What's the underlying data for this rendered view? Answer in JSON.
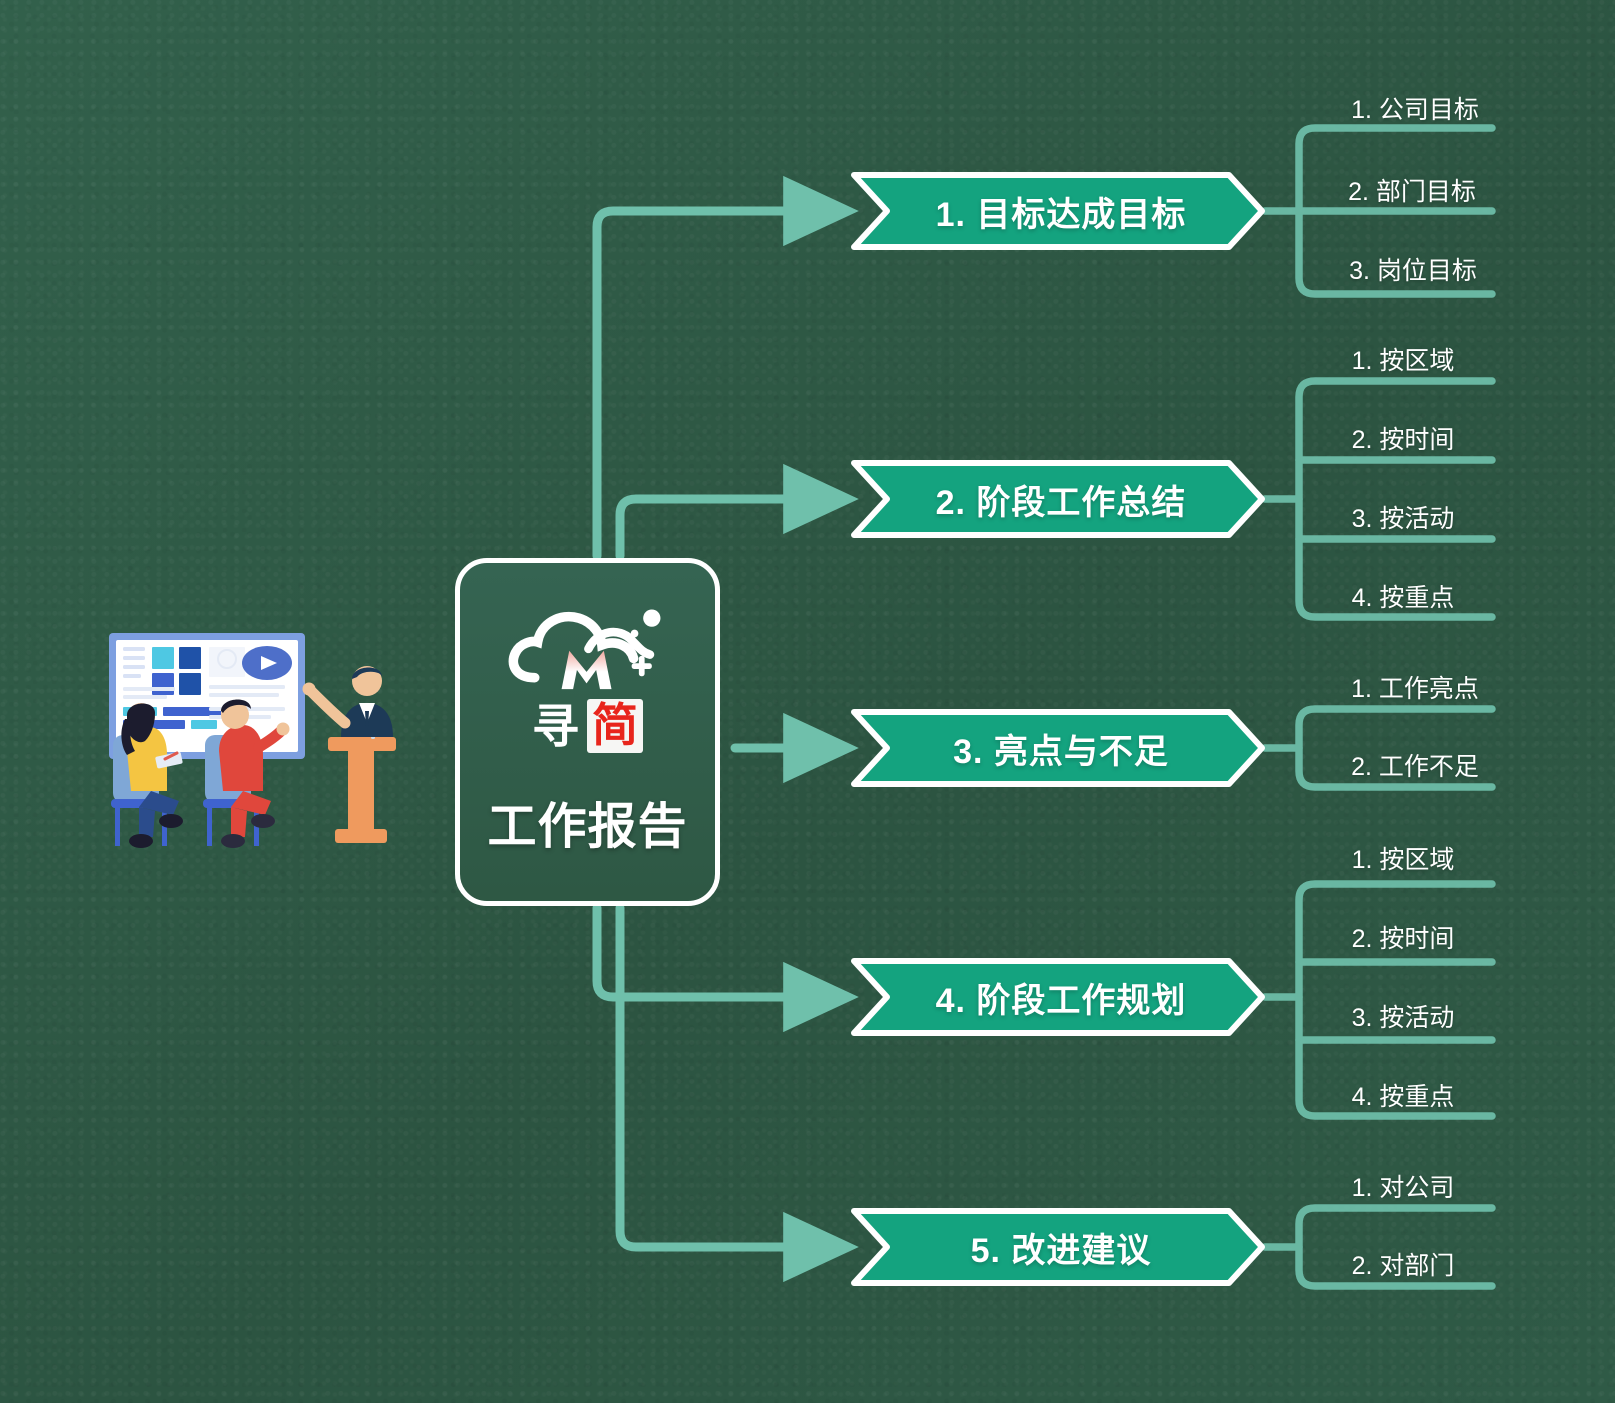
{
  "theme": {
    "background": "#2f5a46",
    "node_fill": "#14a37f",
    "node_border": "#ffffff",
    "wire": "#6fc0ab",
    "text": "#ffffff",
    "logo_red": "#e8251c"
  },
  "center": {
    "logo_icon": "cloud-m-plus-logo",
    "brand_first": "寻",
    "brand_second": "简",
    "title": "工作报告"
  },
  "illustration": {
    "name": "business-presentation-illustration",
    "alt": "讲台演讲者与两位听众面对投影屏幕"
  },
  "branches": [
    {
      "id": "goal-achievement",
      "label": "1. 目标达成目标",
      "subs": [
        {
          "label": "1. 公司目标"
        },
        {
          "label": "2. 部门目标"
        },
        {
          "label": "3. 岗位目标"
        }
      ]
    },
    {
      "id": "stage-work-summary",
      "label": "2. 阶段工作总结",
      "subs": [
        {
          "label": "1. 按区域"
        },
        {
          "label": "2. 按时间"
        },
        {
          "label": "3. 按活动"
        },
        {
          "label": "4. 按重点"
        }
      ]
    },
    {
      "id": "highlights-and-gaps",
      "label": "3. 亮点与不足",
      "subs": [
        {
          "label": "1. 工作亮点"
        },
        {
          "label": "2. 工作不足"
        }
      ]
    },
    {
      "id": "stage-work-plan",
      "label": "4. 阶段工作规划",
      "subs": [
        {
          "label": "1. 按区域"
        },
        {
          "label": "2. 按时间"
        },
        {
          "label": "3. 按活动"
        },
        {
          "label": "4. 按重点"
        }
      ]
    },
    {
      "id": "improvement-suggestions",
      "label": "5. 改进建议",
      "subs": [
        {
          "label": "1. 对公司"
        },
        {
          "label": "2. 对部门"
        }
      ]
    }
  ]
}
